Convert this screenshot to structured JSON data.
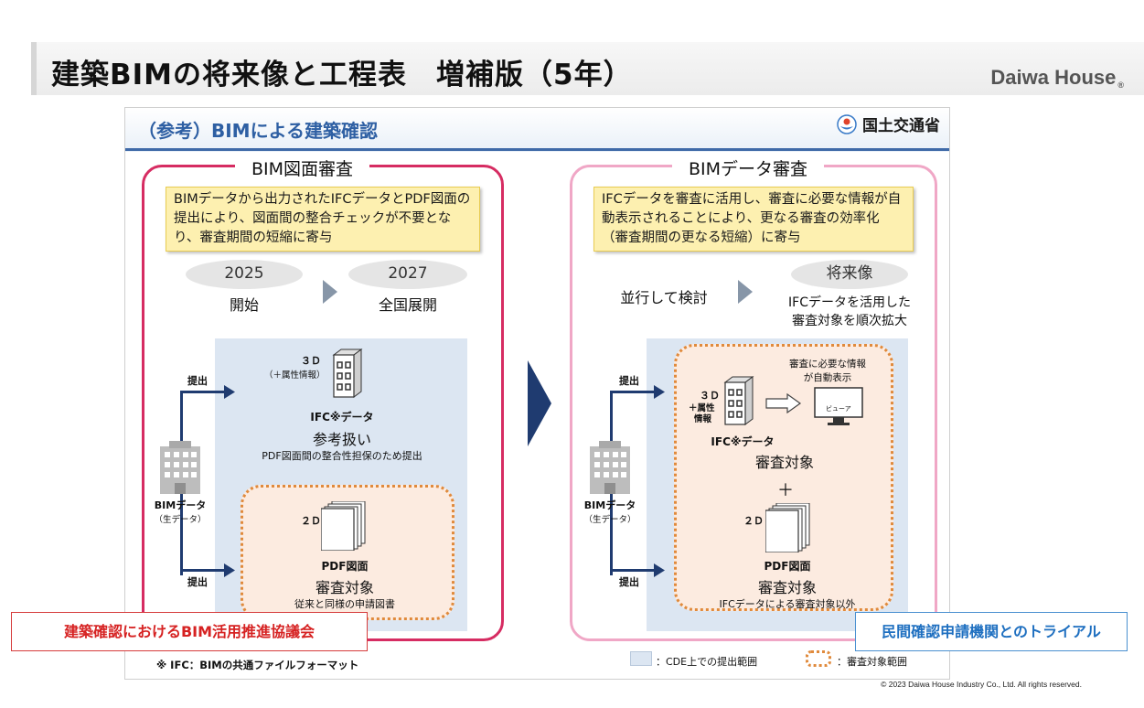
{
  "header": {
    "title": "建築BIMの将来像と工程表　増補版（5年）",
    "logo": "Daiwa House",
    "logo_mark": "®"
  },
  "slide": {
    "title": "（参考）BIMによる建築確認",
    "ministry": "国土交通省",
    "left": {
      "title": "BIM図面審査",
      "note": "BIMデータから出力されたIFCデータとPDF図面の提出により、図面間の整合チェックが不要となり、審査期間の短縮に寄与",
      "year1": "2025",
      "year1_label": "開始",
      "year2": "2027",
      "year2_label": "全国展開",
      "submit_top": "提出",
      "submit_bottom": "提出",
      "bim_label": "BIMデータ",
      "bim_sub": "（生データ）",
      "label_3d": "３Ｄ",
      "attr": "（＋属性情報）",
      "ifc": "IFC※データ",
      "ifc_status": "参考扱い",
      "ifc_desc": "PDF図面間の整合性担保のため提出",
      "label_2d": "２Ｄ",
      "pdf": "PDF図面",
      "pdf_status": "審査対象",
      "pdf_desc": "従来と同様の申請図書"
    },
    "right": {
      "title": "BIMデータ審査",
      "note": "IFCデータを審査に活用し、審査に必要な情報が自動表示されることにより、更なる審査の効率化（審査期間の更なる短縮）に寄与",
      "parallel": "並行して検討",
      "future": "将来像",
      "future_desc_1": "IFCデータを活用した",
      "future_desc_2": "審査対象を順次拡大",
      "submit_top": "提出",
      "submit_bottom": "提出",
      "bim_label": "BIMデータ",
      "bim_sub": "（生データ）",
      "label_3d": "３Ｄ",
      "attr_1": "＋属性",
      "attr_2": "情報",
      "auto_1": "審査に必要な情報",
      "auto_2": "が自動表示",
      "viewer": "ビューア",
      "ifc": "IFC※データ",
      "ifc_status": "審査対象",
      "plus": "＋",
      "label_2d": "２Ｄ",
      "pdf": "PDF図面",
      "pdf_status": "審査対象",
      "pdf_desc": "IFCデータによる審査対象以外"
    },
    "footnote": "※ IFC：BIMの共通ファイルフォーマット",
    "legend_cde": "：CDE上での提出範囲",
    "legend_scope": "：審査対象範囲"
  },
  "council": "建築確認におけるBIM活用推進協議会",
  "trial": "民間確認申請機関とのトライアル",
  "copyright": "© 2023 Daiwa House Industry Co., Ltd. All rights reserved.",
  "colors": {
    "title_blue": "#2e5fa3",
    "left_border": "#d62c62",
    "right_border": "#f0a7c6",
    "navy_arrow": "#1f3b70",
    "scope_orange": "#e08a3c",
    "council_red": "#d62222",
    "trial_blue": "#1e6fc0"
  }
}
